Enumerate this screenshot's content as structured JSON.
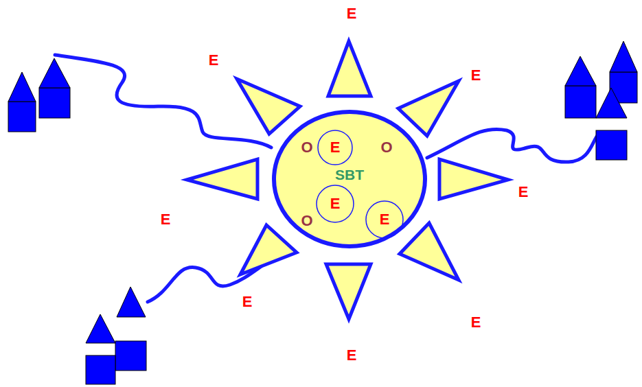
{
  "diagram": {
    "nodes": [
      {
        "text": [
          "SBT"
        ]
      },
      {
        "text": [
          "E"
        ],
        "in": 0
      },
      {
        "text": [
          "E"
        ],
        "in": 0
      },
      {
        "text": [
          "E"
        ],
        "in": 0
      }
    ],
    "labels": [
      "E",
      "E",
      "E",
      "O",
      "O",
      "E",
      "E",
      "O",
      "E",
      "E",
      "E"
    ]
  }
}
